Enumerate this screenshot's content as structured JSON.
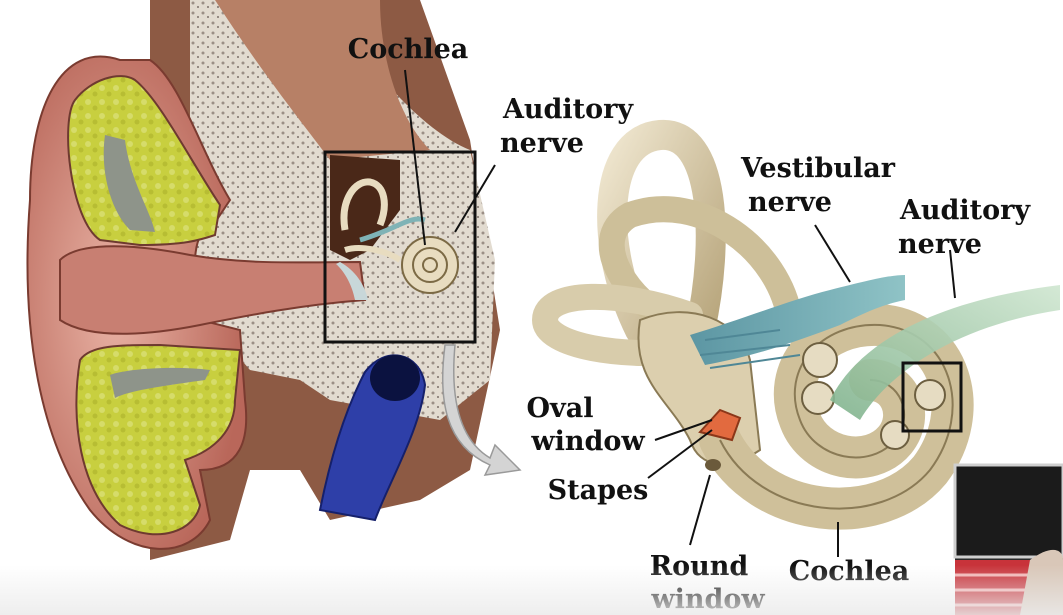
{
  "diagram": {
    "labels": {
      "cochlea_top": "Cochlea",
      "auditory_nerve_left": [
        "Auditory",
        "nerve"
      ],
      "vestibular_nerve": [
        "Vestibular",
        "nerve"
      ],
      "auditory_nerve_right": [
        "Auditory",
        "nerve"
      ],
      "oval_window": [
        "Oval",
        "window"
      ],
      "stapes": "Stapes",
      "round_window": [
        "Round",
        "window"
      ],
      "cochlea_bottom": "Cochlea"
    },
    "colors": {
      "skin": "#d99a8c",
      "cartilage": "#c9cf4a",
      "bone": "#e4d9c8",
      "labyrinth": "#d8c9a6",
      "nerve_blue": "#6aa6b0",
      "nerve_green": "#8fbf9a",
      "vessel": "#2e3fa8",
      "arrow": "#cfcfcf"
    }
  }
}
